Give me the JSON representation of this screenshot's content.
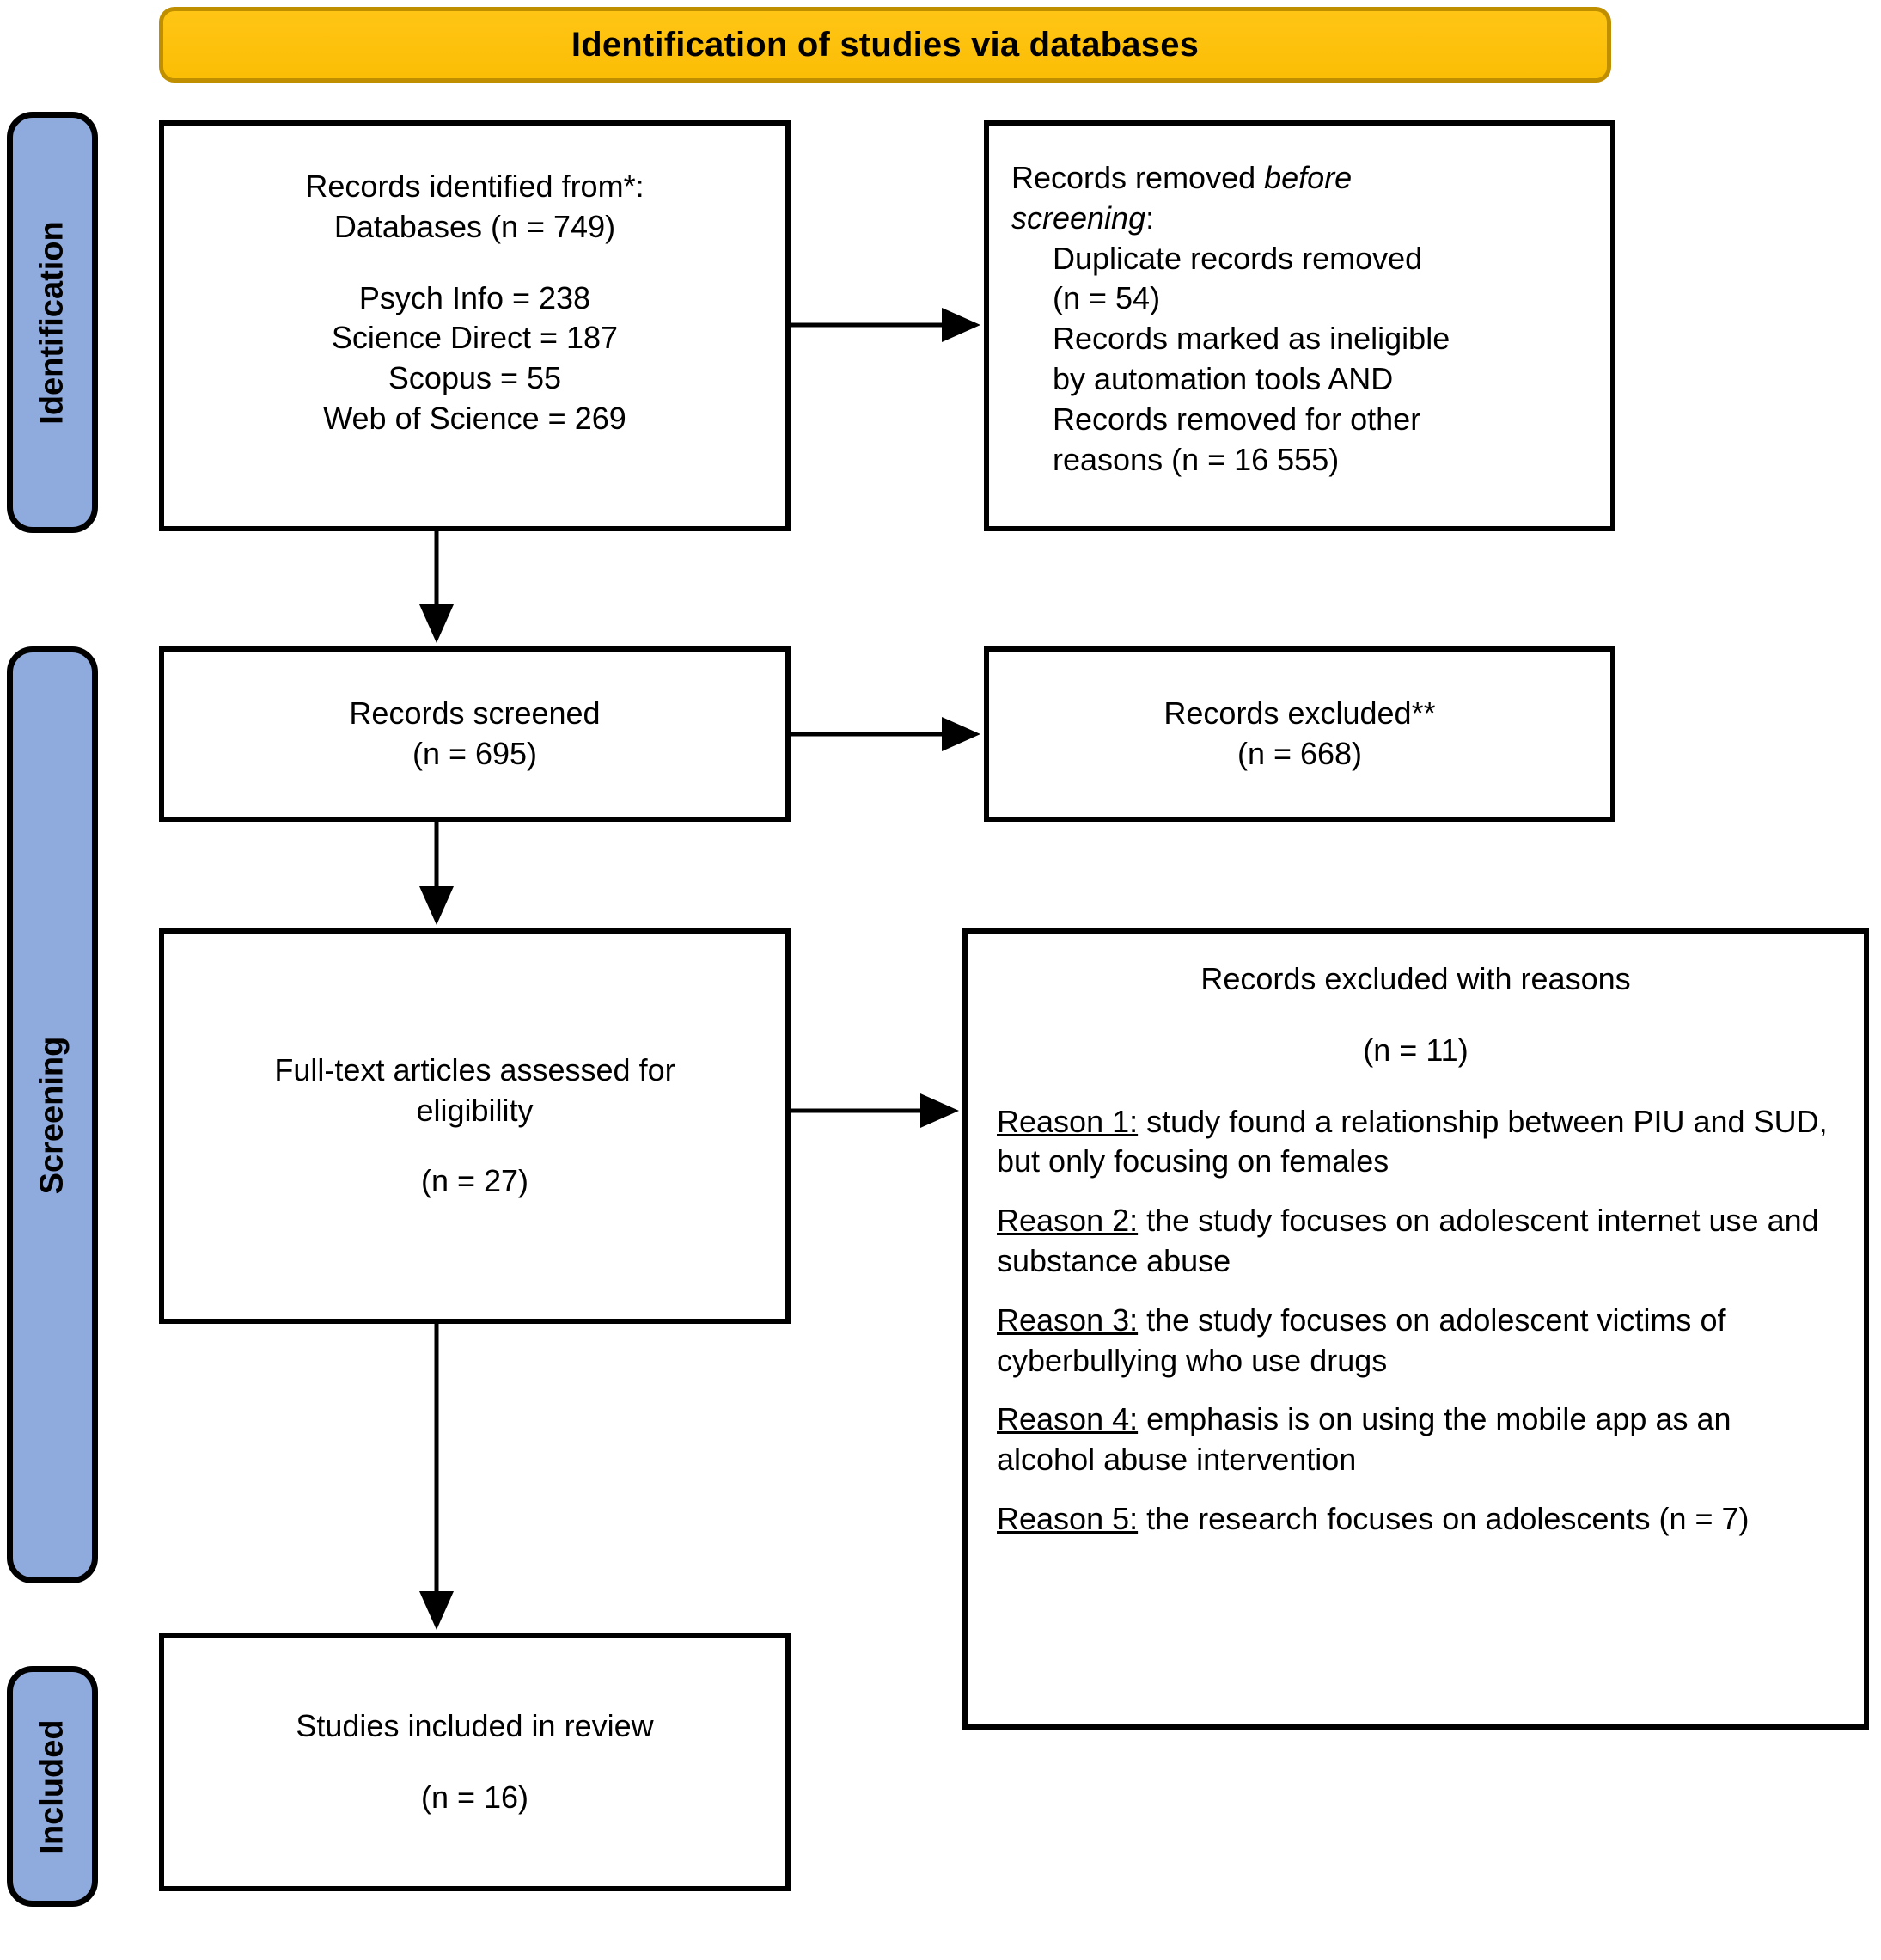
{
  "banner": {
    "title": "Identification of studies via databases"
  },
  "stages": [
    {
      "id": "identification",
      "label": "Identification"
    },
    {
      "id": "screening",
      "label": "Screening"
    },
    {
      "id": "included",
      "label": "Included"
    }
  ],
  "boxes": {
    "identified": {
      "line1": "Records identified from*:",
      "line2": "Databases (n = 749)",
      "line3": "Psych Info = 238",
      "line4": "Science Direct = 187",
      "line5": "Scopus = 55",
      "line6": "Web of Science = 269"
    },
    "removed": {
      "line1a": "Records removed ",
      "line1b": "before",
      "line2a": "screening",
      "line2b": ":",
      "line3": "Duplicate records removed",
      "line4": "(n = 54)",
      "line5": "Records marked as ineligible",
      "line6": "by automation tools AND",
      "line7": "Records removed for other",
      "line8": "reasons (n = 16 555)"
    },
    "screened": {
      "line1": "Records screened",
      "line2": "(n = 695)"
    },
    "excluded": {
      "line1": "Records excluded**",
      "line2": "(n = 668)"
    },
    "fulltext": {
      "line1": "Full-text articles assessed for",
      "line2": "eligibility",
      "line3": "(n = 27)"
    },
    "reasons": {
      "title": "Records excluded with reasons",
      "count": "(n = 11)",
      "items": [
        {
          "label": "Reason 1:",
          "text": " study found a relationship between PIU and SUD, but only focusing on females"
        },
        {
          "label": "Reason 2:",
          "text": " the study focuses on adolescent internet use and substance abuse"
        },
        {
          "label": "Reason 3:",
          "text": " the study focuses on adolescent victims of cyberbullying who use drugs"
        },
        {
          "label": "Reason 4:",
          "text": " emphasis is on using the mobile app as an alcohol abuse intervention"
        },
        {
          "label": "Reason 5:",
          "text": " the research focuses on adolescents (n = 7)"
        }
      ]
    },
    "included": {
      "line1": "Studies included in review",
      "line2": "(n = 16)"
    }
  },
  "colors": {
    "banner_fill": "#FFC514",
    "banner_border": "#BF8F00",
    "stage_fill": "#8FAADC",
    "box_border": "#000000",
    "box_fill": "#FFFFFF"
  }
}
